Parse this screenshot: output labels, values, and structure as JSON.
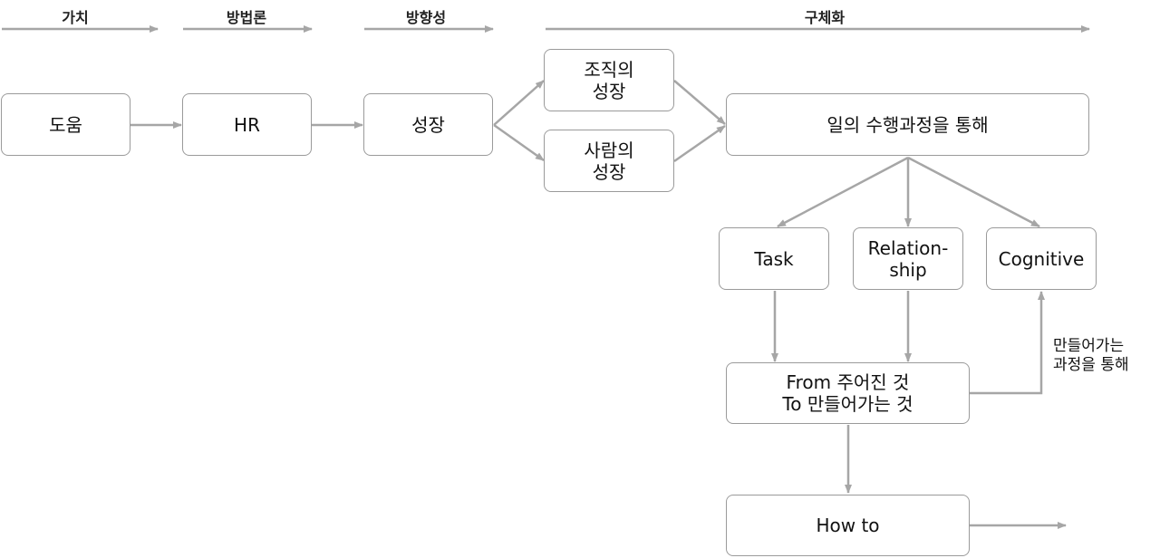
{
  "headers": {
    "value": "가치",
    "methodology": "방법론",
    "direction": "방향성",
    "realization": "구체화"
  },
  "nodes": {
    "help": "도움",
    "hr": "HR",
    "growth": "성장",
    "org_growth": "조직의\n성장",
    "people_growth": "사람의\n성장",
    "work_process": "일의 수행과정을 통해",
    "task": "Task",
    "relationship": "Relation-\nship",
    "cognitive": "Cognitive",
    "from_to": "From 주어진 것\nTo 만들어가는 것",
    "how_to": "How to"
  },
  "annotations": {
    "through_process": "만들어가는\n과정을 통해"
  },
  "colors": {
    "line": "#a6a6a6",
    "border": "#9a9a9a",
    "text": "#111111"
  }
}
